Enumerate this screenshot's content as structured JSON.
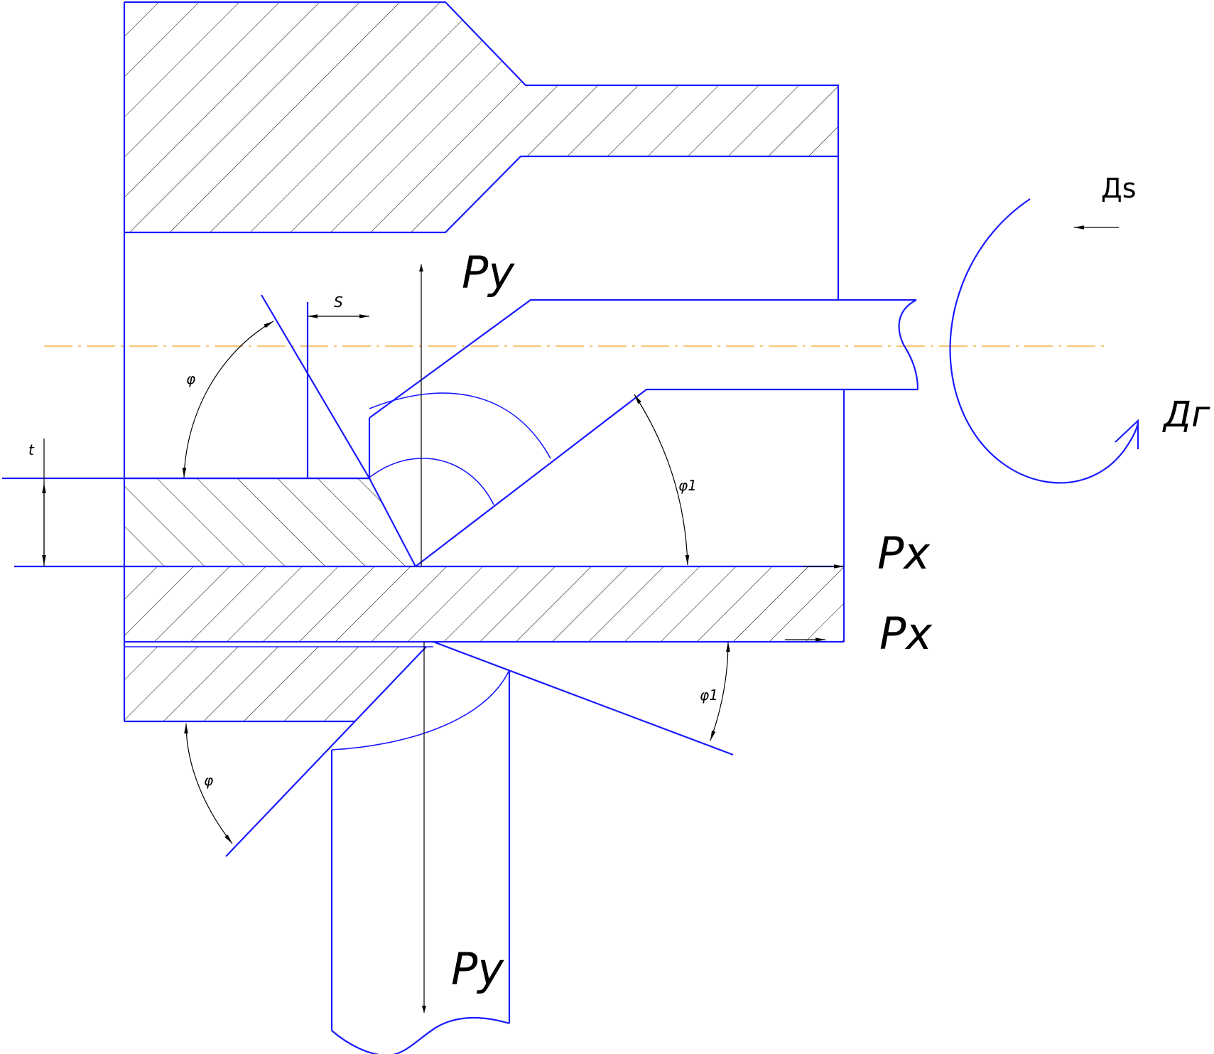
{
  "labels": {
    "py_top": "Py",
    "py_bottom": "Py",
    "px_upper": "Px",
    "px_lower": "Px",
    "ds": "Дs",
    "dr": "Дг",
    "s": "S",
    "t": "t",
    "phi_upper": "φ",
    "phi_lower": "φ",
    "phi1_upper": "φ1",
    "phi1_lower": "φ1"
  },
  "colors": {
    "outline": "#1a1aff",
    "axis": "#f0a020",
    "dimension": "#000000"
  }
}
